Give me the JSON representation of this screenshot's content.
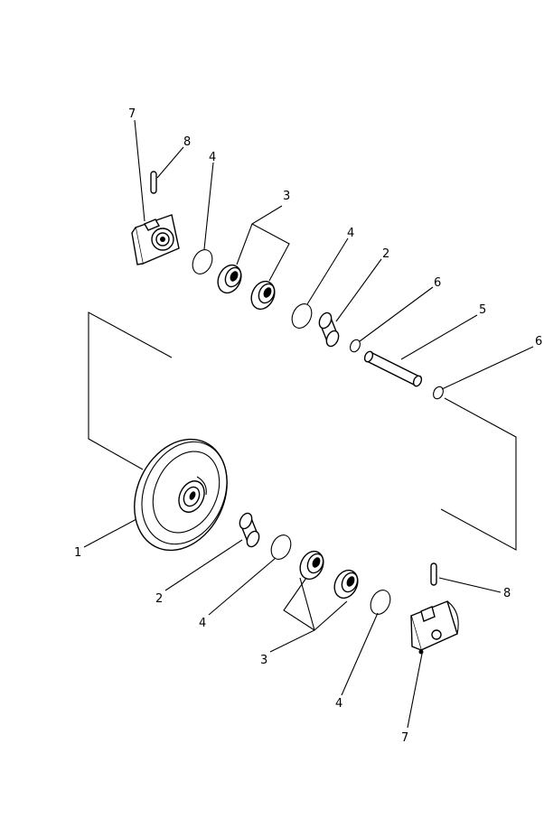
{
  "labels": {
    "l1": "1",
    "l2a": "2",
    "l2b": "2",
    "l3a": "3",
    "l3b": "3",
    "l4a": "4",
    "l4b": "4",
    "l4c": "4",
    "l4d": "4",
    "l5": "5",
    "l6a": "6",
    "l6b": "6",
    "l7a": "7",
    "l7b": "7",
    "l8a": "8",
    "l8b": "8"
  }
}
